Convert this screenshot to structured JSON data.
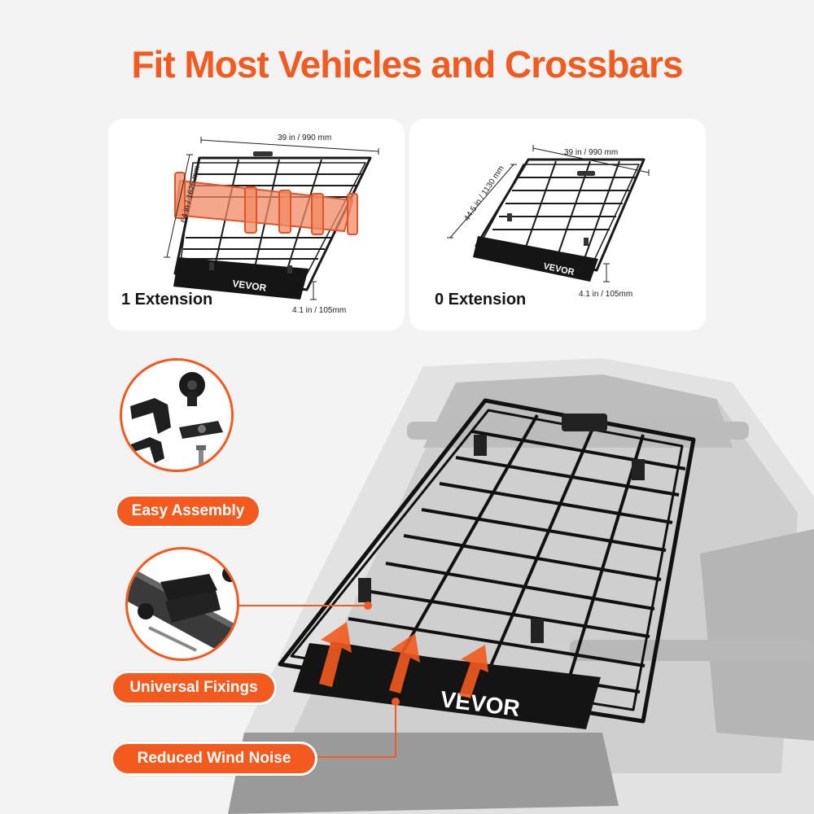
{
  "headline": "Fit Most Vehicles and Crossbars",
  "brand": {
    "accent_color": "#f25a1f",
    "logo_text": "VEVOR"
  },
  "cards": [
    {
      "label": "1 Extension",
      "width_dim": "39 in / 990 mm",
      "length_dim": "64 in / 1625 mm",
      "height_dim": "4.1 in / 105mm"
    },
    {
      "label": "0 Extension",
      "width_dim": "39 in / 990 mm",
      "length_dim": "44.5 in / 1130 mm",
      "height_dim": "4.1 in / 105mm"
    }
  ],
  "features": [
    {
      "label": "Easy Assembly",
      "icon": "hardware-parts-icon"
    },
    {
      "label": "Universal Fixings",
      "icon": "crossbar-clamp-icon"
    },
    {
      "label": "Reduced Wind Noise",
      "icon": "wind-fairing-arrows-icon"
    }
  ]
}
